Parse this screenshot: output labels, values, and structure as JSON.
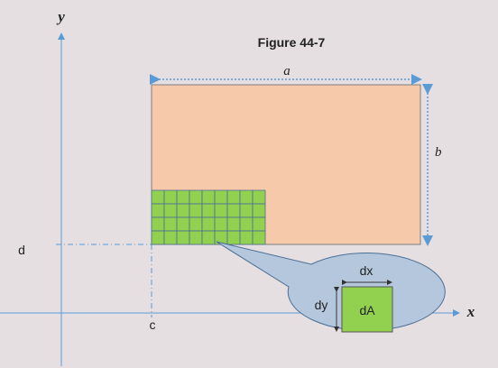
{
  "figure": {
    "title": "Figure 44-7",
    "axis_x": "x",
    "axis_y": "y",
    "label_a": "a",
    "label_b": "b",
    "label_c": "c",
    "label_d": "d",
    "label_dx": "dx",
    "label_dy": "dy",
    "label_dA": "dA"
  },
  "colors": {
    "background": "#e6dfe1",
    "rectangle": "#f7c9ab",
    "grid_fill": "#92d050",
    "axis": "#5b9bd5",
    "callout": "#b4c7dc"
  }
}
